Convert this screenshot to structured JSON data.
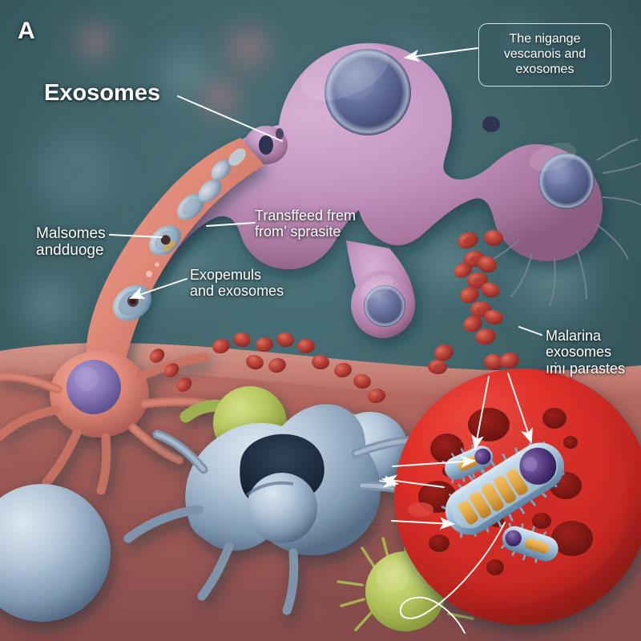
{
  "figure": {
    "panel_letter": "A",
    "title": "Exosomes",
    "background_color": "#3d6168",
    "tissue_color": "#b06a63"
  },
  "callout": {
    "line1": "The nigange",
    "line2": "vescanois and",
    "line3": "exosomes"
  },
  "labels": {
    "malsomes": "Malsomes\nandduoge",
    "exopemuls": "Exopemuls\nand exosomes",
    "transfeed": "Transffeed frem\nfrom’ sprasite",
    "malarina": "Malarina\nexosomes\nıṁı parastes"
  },
  "structures": {
    "purple_macrophage": "purple lobed cell with blue-gray nucleus",
    "salmon_cell": "salmon elongated cell with purple nucleus and internal vesicles",
    "red_blood_cell": "infected erythrocyte with merozoite",
    "blue_phagocyte": "blue-gray phagocytic cell with central cavity",
    "green_cells": "yellow-green spherical microbes",
    "exosome_trail": "cascade of red ellipsoid exosome particles"
  },
  "colors": {
    "purple_cell": "#c396c2",
    "purple_nucleus": "#5d6a96",
    "salmon_cell": "#e08a78",
    "salmon_nucleus": "#8878b8",
    "red_cell": "#e0302a",
    "blue_cell": "#a8bdd0",
    "green_cell": "#b9c961",
    "exosome": "#c0463c",
    "label_text": "#ffffff"
  }
}
